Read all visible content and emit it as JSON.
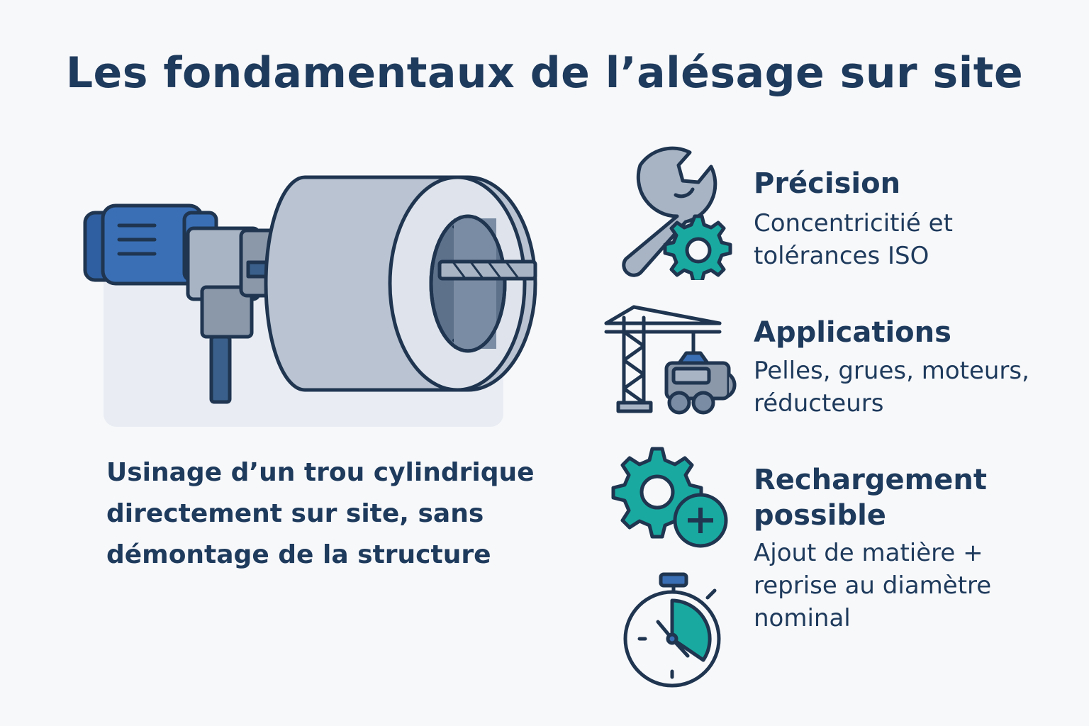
{
  "title": "Les fondamentaux de l’alésage sur site",
  "hero": {
    "caption_lines": [
      "Usinage d’un trou cylindrique",
      "directement sur site, sans",
      "démontage de la structure"
    ]
  },
  "features": [
    {
      "icon": "wrench-gear-icon",
      "title": "Précision",
      "desc_lines": [
        "Concentricitié et",
        "tolérances ISO"
      ]
    },
    {
      "icon": "crane-vehicle-icon",
      "title": "Applications",
      "desc_lines": [
        "Pelles, grues, moteurs,",
        "réducteurs"
      ]
    },
    {
      "icon": "gear-plus-icon",
      "title_lines": [
        "Rechargement",
        "possible"
      ],
      "desc_lines": [
        "Ajout de matière +",
        "reprise au diamètre",
        "nominal"
      ]
    }
  ],
  "extra_icon": "stopwatch-icon",
  "colors": {
    "title": "#1e3a5c",
    "accent_teal": "#1aa9a0",
    "motor_blue": "#3a6fb5",
    "steel_grey": "#a8b4c4",
    "outline": "#1f3550"
  }
}
